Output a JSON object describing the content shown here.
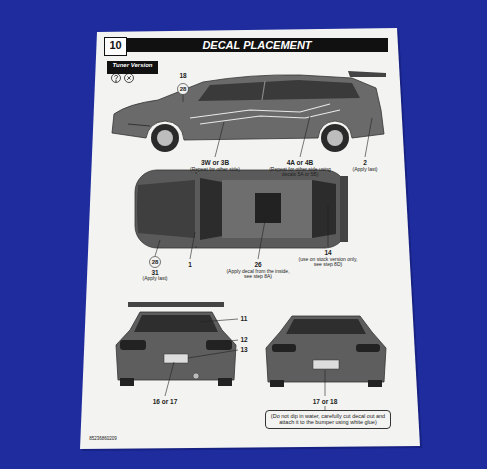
{
  "diagram": {
    "title": "DECAL PLACEMENT",
    "nodes": [
      {
        "text": [
          "10"
        ]
      },
      {
        "text": [
          "Tuner Version"
        ]
      },
      {
        "text": [
          "(Do not dip in water, carefully cut decal out and attach it to the bumper using white glue)"
        ]
      }
    ],
    "labels": [
      "18",
      "28",
      "3W or 3B",
      "(Repeat for other side)",
      "4A or 4B",
      "(Repeat for other side using decals 5A or 5B)",
      "2",
      "(Apply last)",
      "28",
      "31",
      "(Apply last)",
      "1",
      "26",
      "(Apply decal from the inside, see step 8A)",
      "14",
      "(use on stock version only, see step 8D)",
      "11",
      "12",
      "13",
      "16 or 17",
      "17 or 18",
      "85236860209"
    ]
  }
}
